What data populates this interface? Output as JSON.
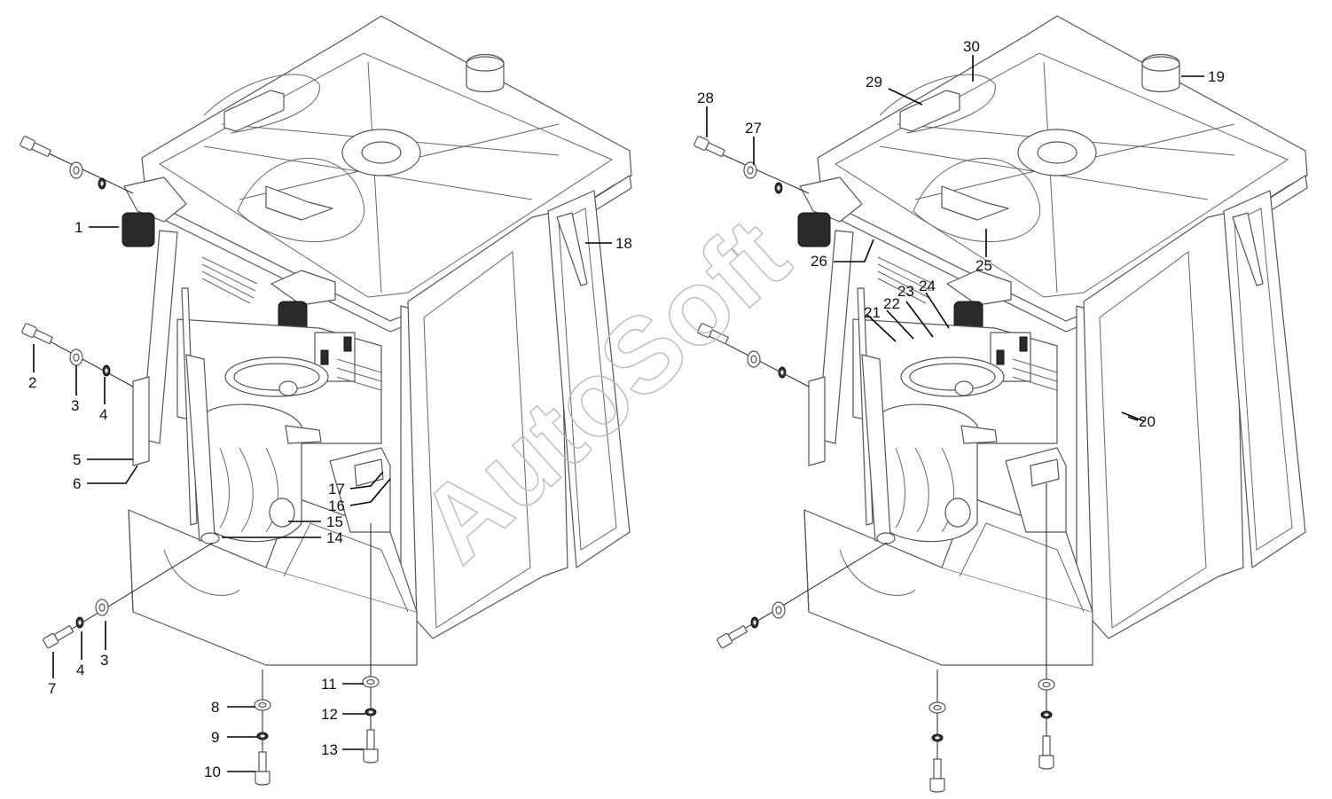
{
  "watermark": "AutoSoft",
  "left_view": {
    "callouts": [
      "1",
      "2",
      "3",
      "4",
      "5",
      "6",
      "7",
      "4",
      "3",
      "8",
      "9",
      "10",
      "11",
      "12",
      "13",
      "14",
      "15",
      "16",
      "17",
      "18"
    ]
  },
  "right_view": {
    "callouts": [
      "19",
      "20",
      "21",
      "22",
      "23",
      "24",
      "25",
      "26",
      "27",
      "28",
      "29",
      "30"
    ]
  }
}
